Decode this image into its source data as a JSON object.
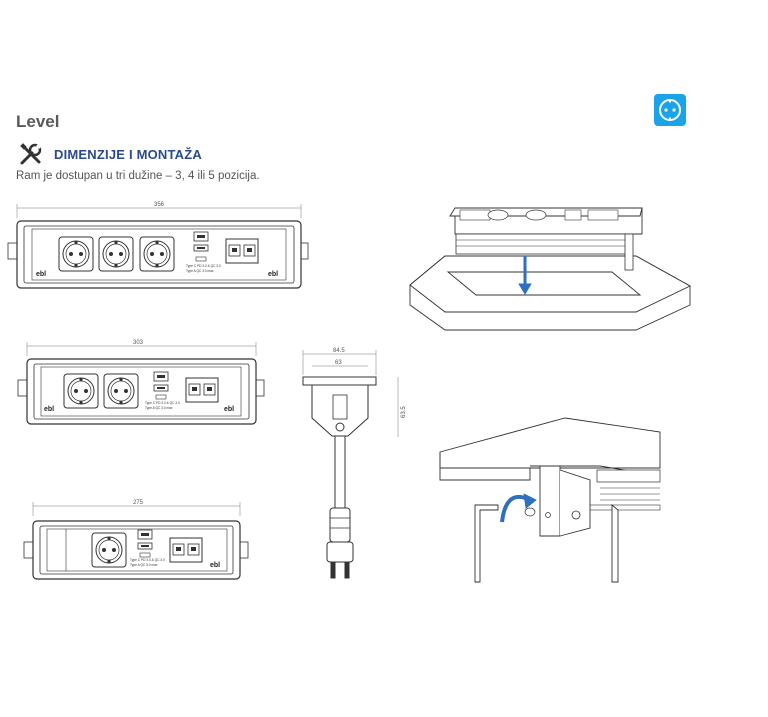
{
  "header": {
    "title": "Level",
    "section_heading": "DIMENZIJE I MONTAŽA",
    "description": "Ram je dostupan u tri dužine – 3, 4 ili 5 pozicija."
  },
  "icons": {
    "section": "tools-icon",
    "badge": "socket-icon"
  },
  "colors": {
    "heading": "#2b4a8a",
    "badge": "#1aa3e8",
    "arrow": "#2f6fc0"
  },
  "drawings": {
    "unit_3_sockets": {
      "width_label": "356",
      "logo": "ebl",
      "usb_text_1": "Type C PD 3.0 & QC 3.0",
      "usb_text_2": "Type A QC 3.0 max"
    },
    "unit_2_sockets": {
      "width_label": "303",
      "logo": "ebl",
      "usb_text_1": "Type C PD 3.0 & QC 3.0",
      "usb_text_2": "Type A QC 3.0 max"
    },
    "unit_1_socket": {
      "width_label": "275",
      "logo": "ebl",
      "usb_text_1": "Type C PD 3.0 & QC 3.0",
      "usb_text_2": "Type A QC 3.0 max"
    },
    "side_view": {
      "dim_top": "84.5",
      "dim_inner": "63",
      "dim_height": "63.5"
    }
  }
}
